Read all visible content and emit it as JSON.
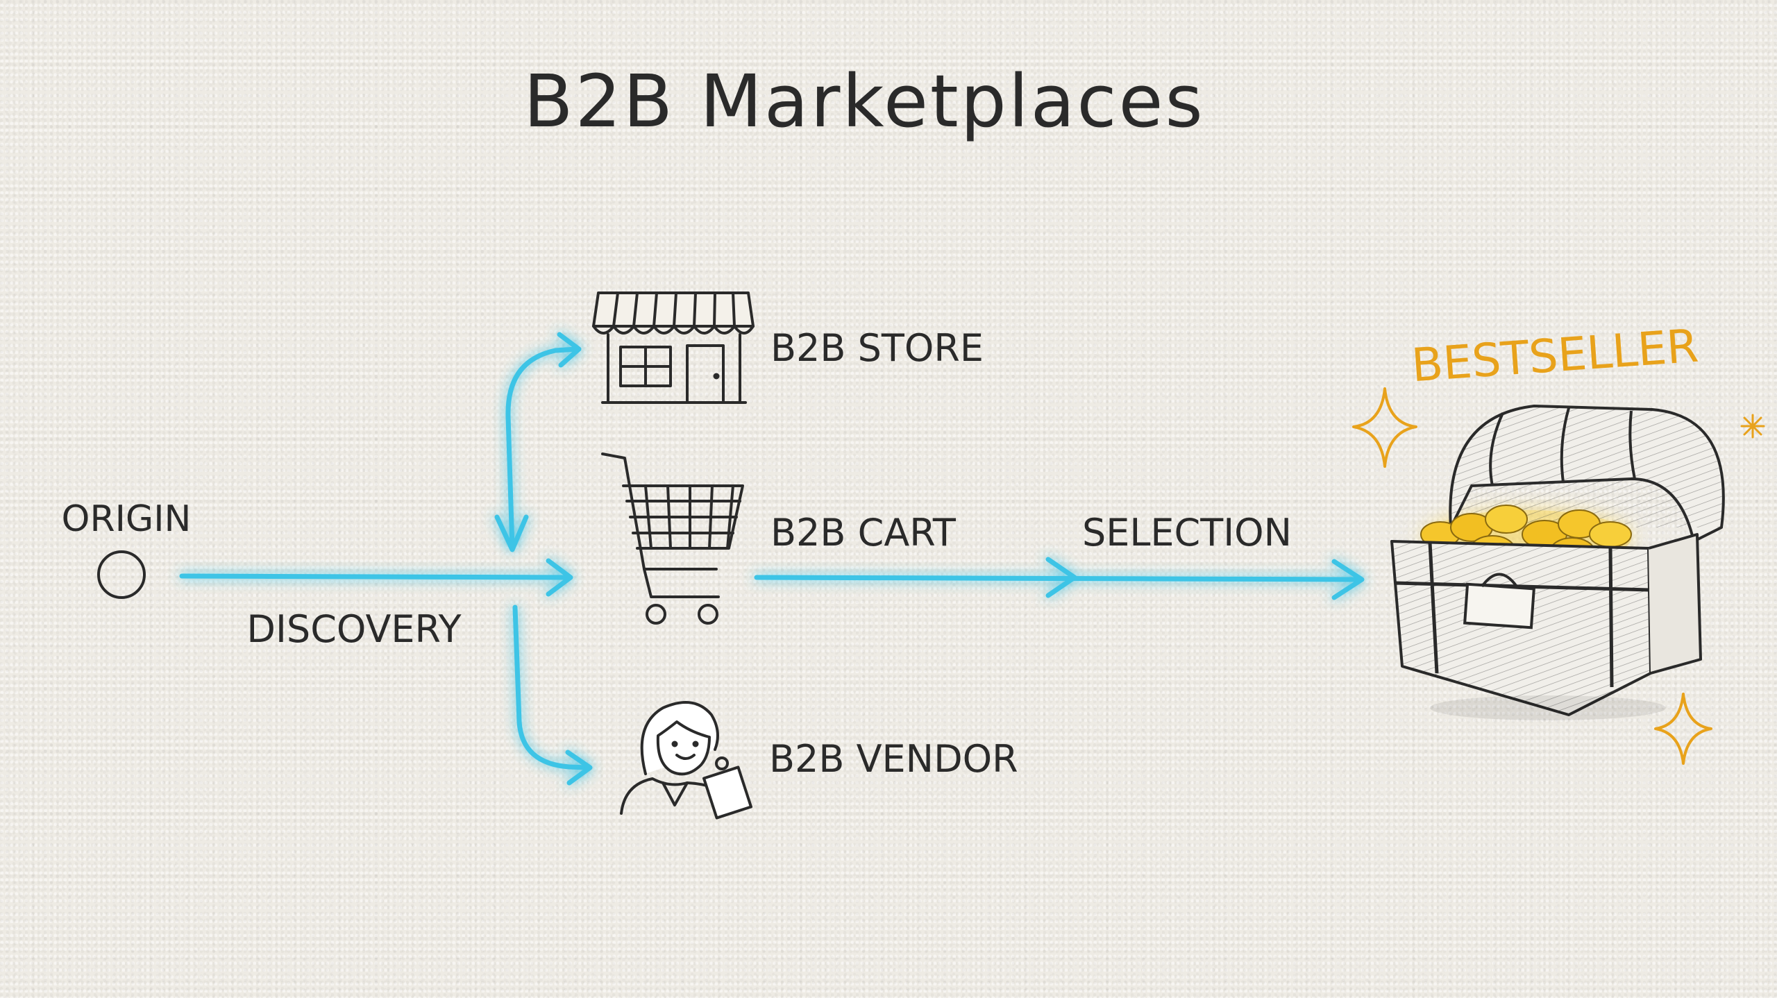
{
  "title": "B2B Marketplaces",
  "nodes": {
    "origin": "ORIGIN",
    "store": "B2B STORE",
    "cart": "B2B CART",
    "vendor": "B2B VENDOR",
    "bestseller": "BESTSELLER"
  },
  "edges": {
    "discovery": "DISCOVERY",
    "selection": "SELECTION"
  },
  "icons": {
    "store": "storefront-icon",
    "cart": "shopping-cart-icon",
    "vendor": "vendor-person-icon",
    "bestseller": "treasure-chest-icon",
    "sparkle": "sparkle-icon"
  },
  "colors": {
    "ink": "#2a2a2a",
    "arrow": "#3cc4e6",
    "arrow_glow": "#8fe6fa",
    "accent": "#e8a21b",
    "gold": "#f2c12e"
  }
}
